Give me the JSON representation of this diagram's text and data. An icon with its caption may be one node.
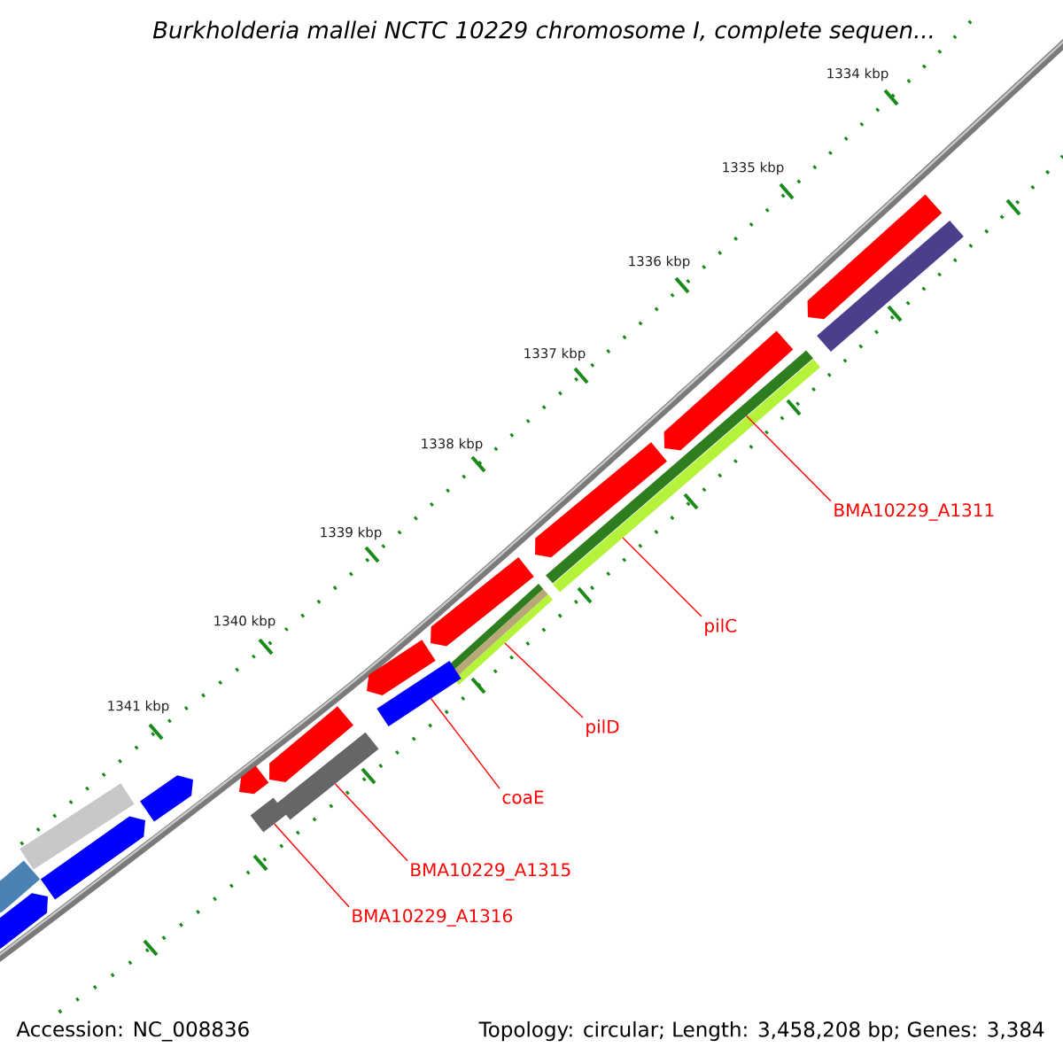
{
  "diagram": {
    "title": "Burkholderia mallei NCTC 10229 chromosome I, complete sequen...",
    "nodes": [
      {
        "text": [],
        "shape": "bar"
      },
      {
        "text": [],
        "shape": "bar"
      },
      {
        "text": [],
        "shape": "bar"
      },
      {
        "text": [],
        "shape": "bar"
      },
      {
        "text": [],
        "shape": "bar"
      },
      {
        "text": [],
        "shape": "bar"
      },
      {
        "text": [],
        "shape": "bar"
      },
      {
        "text": [],
        "shape": "bar"
      },
      {
        "text": [],
        "shape": "bar"
      },
      {
        "text": [],
        "shape": "bar"
      },
      {
        "text": [],
        "shape": "bar"
      },
      {
        "text": [],
        "shape": "bar"
      },
      {
        "text": [],
        "shape": "bar"
      },
      {
        "text": [],
        "shape": "bar"
      },
      {
        "text": [],
        "shape": "bar"
      },
      {
        "text": [],
        "shape": "bar"
      },
      {
        "text": [],
        "shape": "bar"
      },
      {
        "text": [],
        "shape": "bar"
      },
      {
        "text": [],
        "shape": "bar"
      },
      {
        "text": [
          "BMA10229_A1311"
        ]
      },
      {
        "text": [
          "pilC"
        ]
      },
      {
        "text": [
          "pilD"
        ]
      },
      {
        "text": [
          "coaE"
        ]
      },
      {
        "text": [
          "BMA10229_A1315"
        ]
      },
      {
        "text": [
          "BMA10229_A1316"
        ]
      }
    ],
    "edges": [
      {
        "from": 19,
        "to": 3,
        "arrow": "none"
      },
      {
        "from": 20,
        "to": 4,
        "arrow": "none"
      },
      {
        "from": 21,
        "to": 7,
        "arrow": "none"
      },
      {
        "from": 22,
        "to": 9,
        "arrow": "none"
      },
      {
        "from": 23,
        "to": 11,
        "arrow": "none"
      },
      {
        "from": 24,
        "to": 13,
        "arrow": "none"
      }
    ],
    "labels": [
      "1334 kbp",
      "1335 kbp",
      "1336 kbp",
      "1337 kbp",
      "1338 kbp",
      "1339 kbp",
      "1340 kbp",
      "1341 kbp",
      "Accession: NC_008836",
      "Topology: circular; Length: 3,458,208 bp; Genes: 3,384"
    ]
  }
}
